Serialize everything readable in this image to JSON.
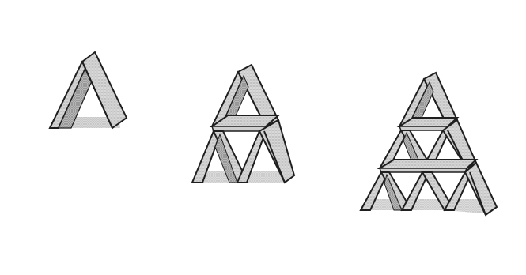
{
  "figure": {
    "background": "#ffffff",
    "ink": "#1f1f1f",
    "shade": "#bdbdbd",
    "structures": [
      {
        "id": "house-1",
        "levels": 1
      },
      {
        "id": "house-2",
        "levels": 2
      },
      {
        "id": "house-3",
        "levels": 3
      }
    ]
  }
}
